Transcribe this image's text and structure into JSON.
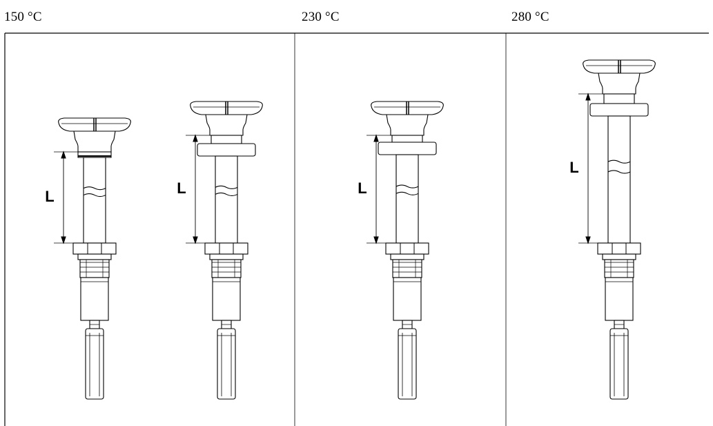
{
  "headers": [
    {
      "label": "150 °C"
    },
    {
      "label": "230 °C"
    },
    {
      "label": "280 °C"
    }
  ],
  "dimension_label": "L",
  "colors": {
    "line": "#000000",
    "background": "#ffffff"
  }
}
